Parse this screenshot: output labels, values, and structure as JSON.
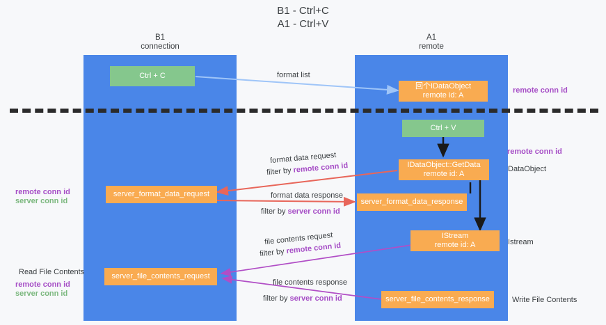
{
  "title": {
    "line1": "B1 - Ctrl+C",
    "line2": "A1 - Ctrl+V"
  },
  "lanes": [
    {
      "id": "b1",
      "name": "B1",
      "sub": "connection",
      "color": "#4a86e8"
    },
    {
      "id": "a1",
      "name": "A1",
      "sub": "remote",
      "color": "#4a86e8"
    }
  ],
  "boxes": {
    "ctrl_c": {
      "line1": "Ctrl + C",
      "line2": "",
      "color": "#85c78d"
    },
    "ctrl_v": {
      "line1": "Ctrl + V",
      "line2": "",
      "color": "#85c78d"
    },
    "idataobject": {
      "line1": "回个IDataObject",
      "line2": "remote id: A",
      "color": "#f9ab51"
    },
    "getdata": {
      "line1": "IDataObject::GetData",
      "line2": "remote id: A",
      "color": "#f9ab51"
    },
    "istream": {
      "line1": "IStream",
      "line2": "remote id: A",
      "color": "#f9ab51"
    },
    "server_format_data_request": {
      "line1": "server_format_data_request",
      "line2": "",
      "color": "#f9ab51"
    },
    "server_format_data_response": {
      "line1": "server_format_data_response",
      "line2": "",
      "color": "#f9ab51"
    },
    "server_file_contents_request": {
      "line1": "server_file_contents_request",
      "line2": "",
      "color": "#f9ab51"
    },
    "server_file_contents_response": {
      "line1": "server_file_contents_response",
      "line2": "",
      "color": "#f9ab51"
    }
  },
  "edge_labels": {
    "format_list": "format list",
    "format_data_request": "format data request",
    "format_data_request_filter_prefix": "filter by ",
    "format_data_request_filter_key": "remote conn id",
    "format_data_response": "format data response",
    "format_data_response_filter_prefix": "filter by ",
    "format_data_response_filter_key": "server conn id",
    "file_contents_request": "file contents request",
    "file_contents_request_filter_prefix": "filter by ",
    "file_contents_request_filter_key": "remote conn id",
    "file_contents_response": "file contents response",
    "file_contents_response_filter_prefix": "filter by ",
    "file_contents_response_filter_key": "server conn id"
  },
  "annotations": {
    "right_remote_conn_id_top": "remote conn id",
    "right_remote_conn_id_mid": "remote conn id",
    "right_dataobject": "DataObject",
    "right_istream": "Istream",
    "right_write_file_contents": "Write File Contents",
    "left_remote_conn_id": "remote conn id",
    "left_server_conn_id": "server conn id",
    "left_read_file_contents": "Read File Contents",
    "left_remote_conn_id_2": "remote conn id",
    "left_server_conn_id_2": "server conn id"
  },
  "colors": {
    "lane": "#4a86e8",
    "green_box": "#85c78d",
    "orange_box": "#f9ab51",
    "purple_text": "#a64ec6",
    "green_text": "#7cb87f",
    "arrow_blue": "#9fc5f8",
    "arrow_red": "#e8665a",
    "arrow_magenta": "#b14ec6",
    "arrow_black": "#1a1a1a",
    "divider": "#2b2b2b",
    "background": "#f7f8fa"
  }
}
